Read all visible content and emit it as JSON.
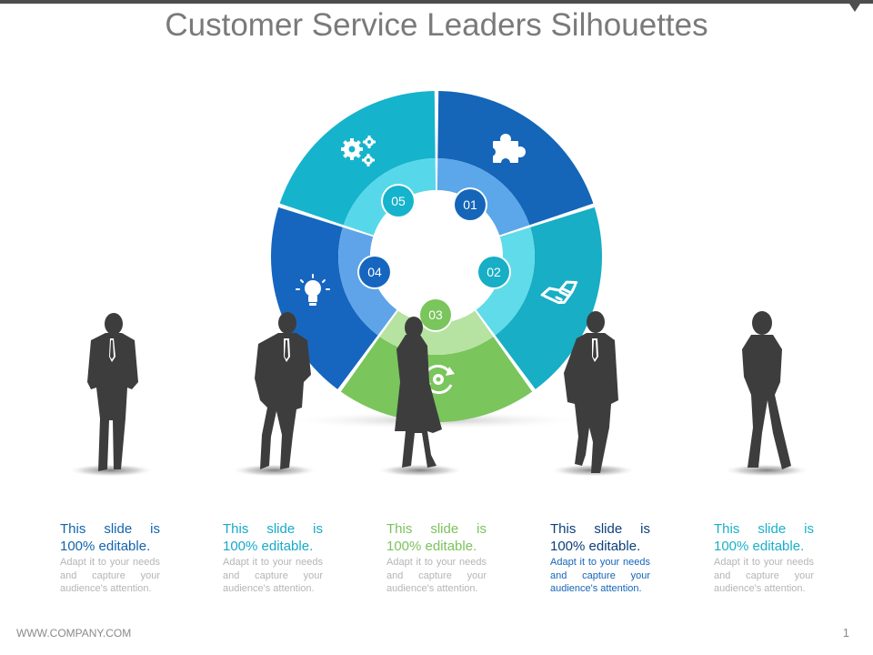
{
  "slide": {
    "title": "Customer Service Leaders Silhouettes",
    "footer_left": "WWW.COMPANY.COM",
    "page_number": "1"
  },
  "ring": {
    "segments": [
      {
        "number": "01",
        "icon": "puzzle-icon",
        "color": "#1565b8",
        "inner_color": "#5ba7ea",
        "badge_color": "#1565b8"
      },
      {
        "number": "02",
        "icon": "handshake-icon",
        "color": "#18aec5",
        "inner_color": "#5fdbe9",
        "badge_color": "#18aec5"
      },
      {
        "number": "03",
        "icon": "refresh-gear-icon",
        "color": "#7ac55c",
        "inner_color": "#b7e3a2",
        "badge_color": "#7ac55c"
      },
      {
        "number": "04",
        "icon": "lightbulb-icon",
        "color": "#1666c0",
        "inner_color": "#5fa4e8",
        "badge_color": "#1666c0"
      },
      {
        "number": "05",
        "icon": "gears-icon",
        "color": "#16b3cc",
        "inner_color": "#56d8ea",
        "badge_color": "#16b3cc"
      }
    ]
  },
  "cards": [
    {
      "heading": "This slide is 100% editable.",
      "body": "Adapt it to your needs and capture your audience's attention.",
      "color": "#1464ad",
      "body_color": "#b5b5b5"
    },
    {
      "heading": "This slide is 100% editable.",
      "body": "Adapt it to your needs and capture your audience's attention.",
      "color": "#18a9c8",
      "body_color": "#b5b5b5"
    },
    {
      "heading": "This slide is 100% editable.",
      "body": "Adapt it to your needs and capture your audience's attention.",
      "color": "#7bc25b",
      "body_color": "#b5b5b5"
    },
    {
      "heading": "This slide is 100% editable.",
      "body": "Adapt it to your needs and capture your audience's attention.",
      "color": "#0d3f7a",
      "body_color": "#b5b5b5",
      "first_line_color": "#1565b8"
    },
    {
      "heading": "This slide is 100% editable.",
      "body": "Adapt it to your needs and capture your audience's attention.",
      "color": "#19b0c9",
      "body_color": "#b5b5b5"
    }
  ]
}
